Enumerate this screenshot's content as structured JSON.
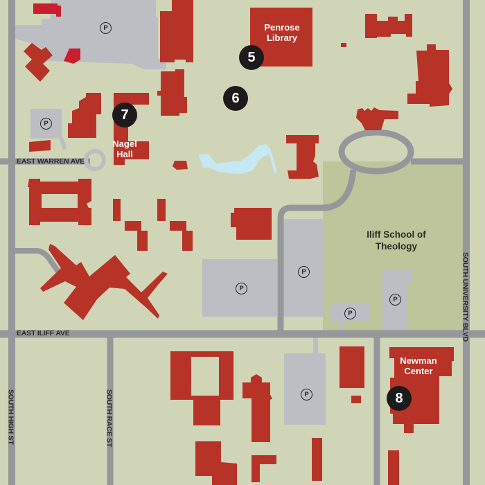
{
  "map": {
    "colors": {
      "background": "#d0d5b7",
      "green_area": "#bec59b",
      "road": "#96979b",
      "parking": "#bcbec3",
      "building": "#b73327",
      "building_alt": "#c81e2e",
      "water": "#c7e8f3",
      "marker": "#1c1a1b"
    },
    "streets": [
      {
        "id": "east-warren-ave",
        "label": "EAST WARREN AVE"
      },
      {
        "id": "east-iliff-ave",
        "label": "EAST ILIFF AVE"
      },
      {
        "id": "south-high-st",
        "label": "SOUTH HIGH ST"
      },
      {
        "id": "south-race-st",
        "label": "SOUTH RACE ST"
      },
      {
        "id": "south-university-blvd",
        "label": "SOUTH UNIVERSITY BLVD"
      }
    ],
    "buildings": [
      {
        "id": "penrose-library",
        "label": "Penrose Library"
      },
      {
        "id": "nagel-hall",
        "label": "Nagel Hall"
      },
      {
        "id": "newman-center",
        "label": "Newman Center"
      }
    ],
    "areas": [
      {
        "id": "iliff-school",
        "label": "Iliff School of Theology"
      }
    ],
    "markers": [
      {
        "id": "marker-5",
        "number": "5"
      },
      {
        "id": "marker-6",
        "number": "6"
      },
      {
        "id": "marker-7",
        "number": "7"
      },
      {
        "id": "marker-8",
        "number": "8"
      }
    ],
    "parking_symbol": "P"
  }
}
